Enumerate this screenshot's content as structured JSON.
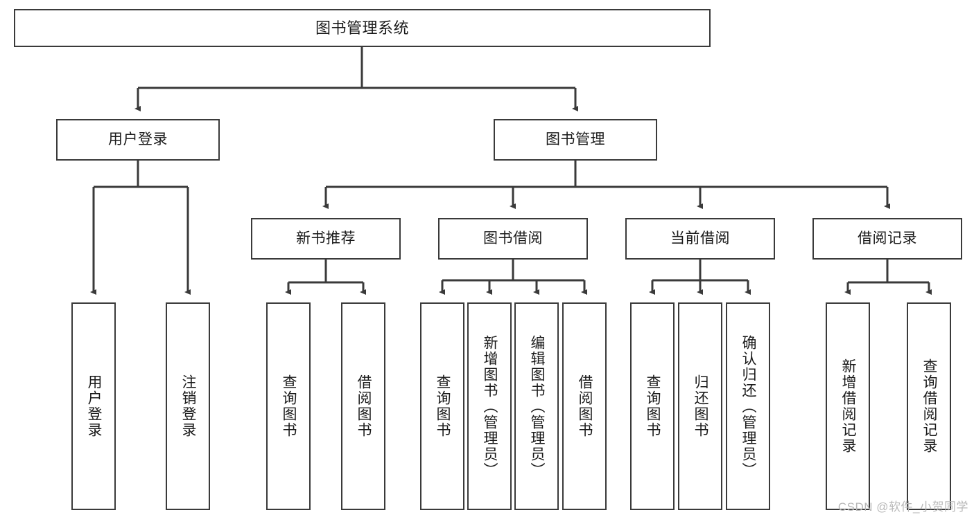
{
  "diagram": {
    "title": "图书管理系统",
    "type": "tree-hierarchy-chart",
    "colors": {
      "box_border": "#3a3a3a",
      "box_fill": "#ffffff",
      "edge": "#3a3a3a",
      "text": "#1a1a1a",
      "watermark": "#b9b9b9",
      "background": "#ffffff"
    },
    "watermark": "CSDN @软件_小贺同学"
  },
  "nodes": {
    "root": {
      "label": "图书管理系统"
    },
    "level2": [
      {
        "id": "user-login",
        "label": "用户登录"
      },
      {
        "id": "book-manage",
        "label": "图书管理"
      }
    ],
    "level3": [
      {
        "id": "new-book-recommend",
        "label": "新书推荐"
      },
      {
        "id": "book-borrow",
        "label": "图书借阅"
      },
      {
        "id": "current-borrow",
        "label": "当前借阅"
      },
      {
        "id": "borrow-record",
        "label": "借阅记录"
      }
    ],
    "leaves": {
      "user_login": [
        {
          "id": "leaf-user-login",
          "label": "用户登录"
        },
        {
          "id": "leaf-logout",
          "label": "注销登录"
        }
      ],
      "new_book_recommend": [
        {
          "id": "leaf-query-book-1",
          "label": "查询图书"
        },
        {
          "id": "leaf-borrow-book-1",
          "label": "借阅图书"
        }
      ],
      "book_borrow": [
        {
          "id": "leaf-query-book-2",
          "label": "查询图书"
        },
        {
          "id": "leaf-add-book",
          "label": "新增图书（管理员）"
        },
        {
          "id": "leaf-edit-book",
          "label": "编辑图书（管理员）"
        },
        {
          "id": "leaf-borrow-book-2",
          "label": "借阅图书"
        }
      ],
      "current_borrow": [
        {
          "id": "leaf-query-book-3",
          "label": "查询图书"
        },
        {
          "id": "leaf-return-book",
          "label": "归还图书"
        },
        {
          "id": "leaf-confirm-return",
          "label": "确认归还（管理员）"
        }
      ],
      "borrow_record": [
        {
          "id": "leaf-add-record",
          "label": "新增借阅记录"
        },
        {
          "id": "leaf-query-record",
          "label": "查询借阅记录"
        }
      ]
    }
  }
}
